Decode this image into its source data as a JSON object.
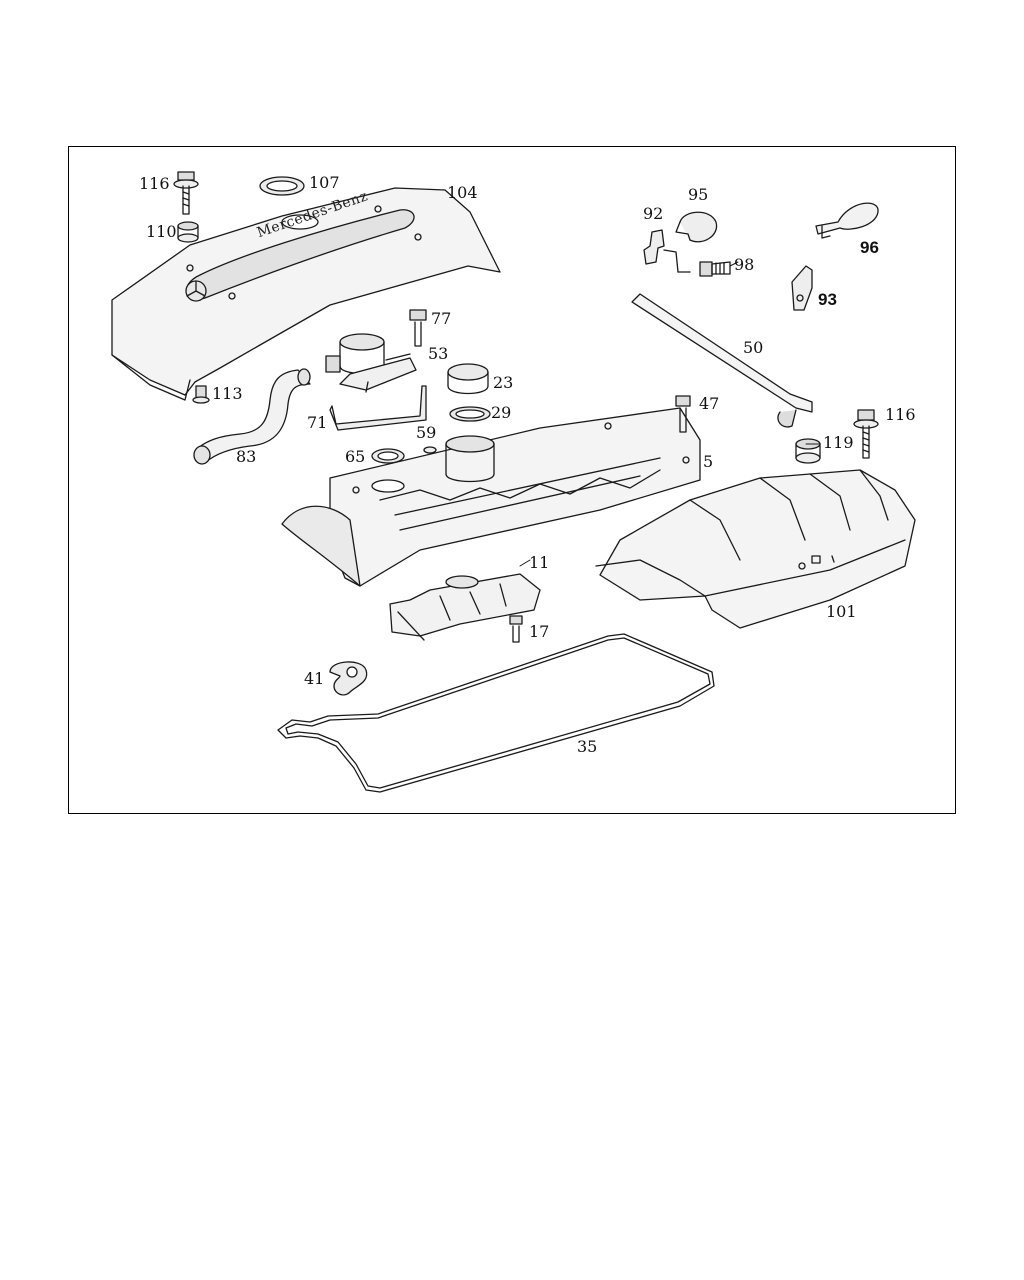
{
  "diagram": {
    "brand_text": "Mercedes-Benz",
    "colors": {
      "line": "#1a1a1a",
      "fill": "#f2f2f2",
      "shade": "#d9d9d9"
    },
    "part_labels": {
      "p116a": "116",
      "p107": "107",
      "p104": "104",
      "p110": "110",
      "p92": "92",
      "p95": "95",
      "p98": "98",
      "p96": "96",
      "p93": "93",
      "p77": "77",
      "p53": "53",
      "p50": "50",
      "p23": "23",
      "p113": "113",
      "p47": "47",
      "p29": "29",
      "p71": "71",
      "p116b": "116",
      "p119": "119",
      "p59": "59",
      "p65": "65",
      "p83": "83",
      "p5": "5",
      "p11": "11",
      "p101": "101",
      "p17": "17",
      "p41": "41",
      "p35": "35"
    }
  }
}
